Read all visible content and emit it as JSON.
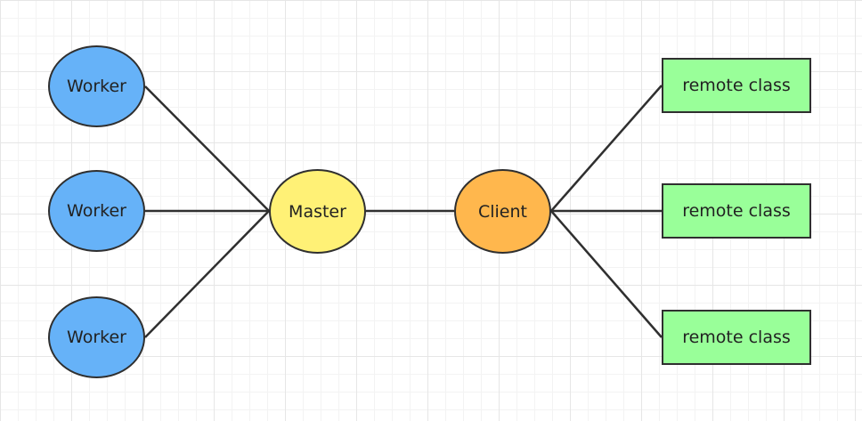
{
  "colors": {
    "worker_fill": "#66b2f8",
    "master_fill": "#fff176",
    "client_fill": "#ffb74d",
    "remote_fill": "#99ff99",
    "stroke": "#2f2f2f",
    "grid": "#e6e6e6"
  },
  "nodes": {
    "worker_1": "Worker",
    "worker_2": "Worker",
    "worker_3": "Worker",
    "master": "Master",
    "client": "Client",
    "remote_1": "remote class",
    "remote_2": "remote class",
    "remote_3": "remote class"
  },
  "edges": [
    [
      "worker_1",
      "master"
    ],
    [
      "worker_2",
      "master"
    ],
    [
      "worker_3",
      "master"
    ],
    [
      "master",
      "client"
    ],
    [
      "client",
      "remote_1"
    ],
    [
      "client",
      "remote_2"
    ],
    [
      "client",
      "remote_3"
    ]
  ]
}
